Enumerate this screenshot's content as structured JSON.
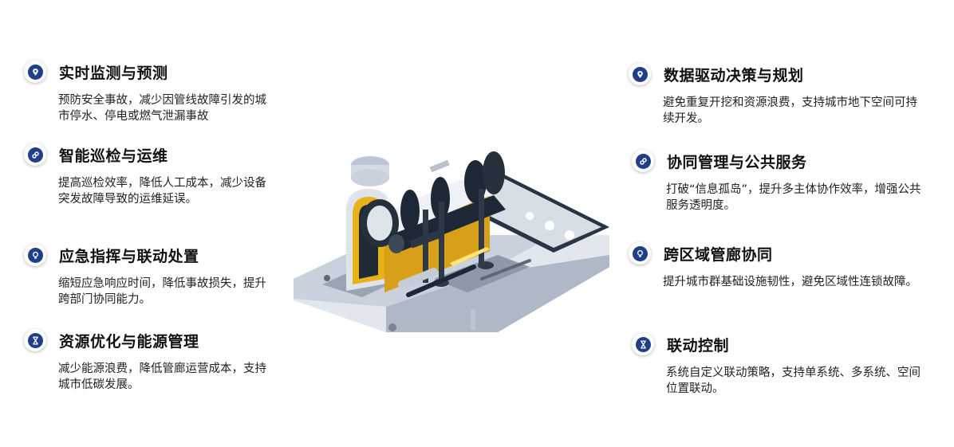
{
  "features": {
    "left": [
      {
        "title": "实时监测与预测",
        "desc": "预防安全事故，减少因管线故障引发的城市停水、停电或燃气泄漏事故",
        "icon": "location-pin-icon"
      },
      {
        "title": "智能巡检与运维",
        "desc": "提高巡检效率，降低人工成本，减少设备突发故障导致的运维延误。",
        "icon": "link-icon"
      },
      {
        "title": "应急指挥与联动处置",
        "desc": "缩短应急响应时间，降低事故损失，提升跨部门协同能力。",
        "icon": "lightbulb-icon"
      },
      {
        "title": "资源优化与能源管理",
        "desc": "减少能源浪费，降低管廊运营成本，支持城市低碳发展。",
        "icon": "hourglass-icon"
      }
    ],
    "right": [
      {
        "title": "数据驱动决策与规划",
        "desc": "避免重复开挖和资源浪费，支持城市地下空间可持续开发。",
        "icon": "location-pin-icon"
      },
      {
        "title": "协同管理与公共服务",
        "desc": "打破“信息孤岛”，提升多主体协作效率，增强公共服务透明度。",
        "icon": "link-icon"
      },
      {
        "title": "跨区域管廊协同",
        "desc": "提升城市群基础设施韧性，避免区域性连锁故障。",
        "icon": "lightbulb-icon"
      },
      {
        "title": "联动控制",
        "desc": "系统自定义联动策略，支持单系统、多系统、空间位置联动。",
        "icon": "hourglass-icon"
      }
    ]
  },
  "colors": {
    "accent": "#1f3f87",
    "yellow": "#e8b21a",
    "dark": "#1d2836"
  }
}
